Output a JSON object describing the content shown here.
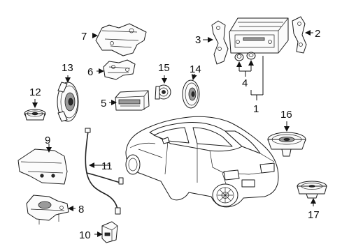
{
  "diagram": {
    "callouts": [
      {
        "id": "c1",
        "label": "1"
      },
      {
        "id": "c2",
        "label": "2"
      },
      {
        "id": "c3",
        "label": "3"
      },
      {
        "id": "c4",
        "label": "4"
      },
      {
        "id": "c5",
        "label": "5"
      },
      {
        "id": "c6",
        "label": "6"
      },
      {
        "id": "c7",
        "label": "7"
      },
      {
        "id": "c8",
        "label": "8"
      },
      {
        "id": "c9",
        "label": "9"
      },
      {
        "id": "c10",
        "label": "10"
      },
      {
        "id": "c11",
        "label": "11"
      },
      {
        "id": "c12",
        "label": "12"
      },
      {
        "id": "c13",
        "label": "13"
      },
      {
        "id": "c14",
        "label": "14"
      },
      {
        "id": "c15",
        "label": "15"
      },
      {
        "id": "c16",
        "label": "16"
      },
      {
        "id": "c17",
        "label": "17"
      }
    ]
  }
}
